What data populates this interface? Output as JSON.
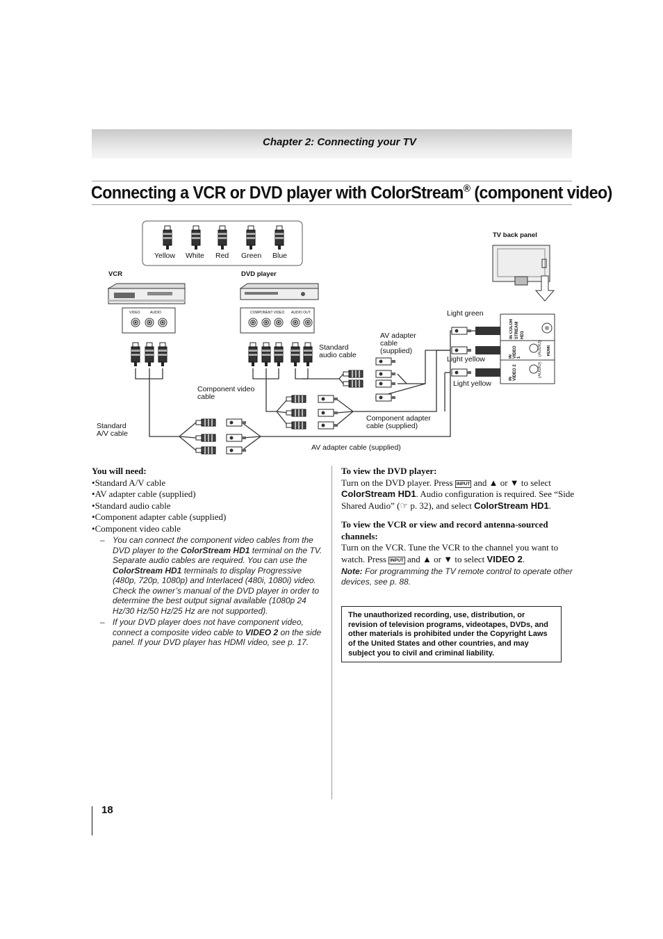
{
  "header": {
    "chapter_title": "Chapter 2: Connecting your TV"
  },
  "title": {
    "main": "Connecting a VCR or DVD player with ColorStream",
    "reg": "®",
    "tail": " (component video)"
  },
  "diagram": {
    "plug_colors": [
      "Yellow",
      "White",
      "Red",
      "Green",
      "Blue"
    ],
    "vcr_label": "VCR",
    "dvd_label": "DVD player",
    "tv_label": "TV back panel",
    "vcr_jack_video": "VIDEO",
    "vcr_jack_audio": "AUDIO",
    "dvd_jack_component": "COMPONENT VIDEO",
    "dvd_jack_audio": "AUDIO OUT",
    "labels": {
      "light_green": "Light green",
      "av_adapter_supplied_a": "AV adapter",
      "av_adapter_supplied_b": "cable",
      "av_adapter_supplied_c": "(supplied)",
      "standard_audio_a": "Standard",
      "standard_audio_b": "audio cable",
      "light_yellow_1": "Light yellow",
      "light_yellow_2": "Light yellow",
      "component_video_a": "Component video",
      "component_video_b": "cable",
      "standard_av_a": "Standard",
      "standard_av_b": "A/V cable",
      "component_adapter_a": "Component adapter",
      "component_adapter_b": "cable (supplied)",
      "av_adapter_bottom": "AV adapter cable (supplied)"
    },
    "tv_ports": {
      "in_colorstream": "IN COLOR STREAM HD1",
      "in_video1": "IN VIDEO 1",
      "in_video2": "IN VIDEO 2",
      "audio": "(AUDIO)",
      "hdmi": "HDMI"
    }
  },
  "left": {
    "heading": "You will need:",
    "items": [
      "Standard A/V cable",
      "AV adapter cable (supplied)",
      "Standard audio cable",
      "Component adapter cable (supplied)",
      "Component video cable"
    ],
    "note1_a": "You can connect the component video cables from the DVD player to the ",
    "note1_b": "ColorStream HD1",
    "note1_c": " terminal on the TV. Separate audio cables are required. You can use the ",
    "note1_d": "ColorStream HD1",
    "note1_e": " terminals to display Progressive (480p, 720p, 1080p) and Interlaced (480i, 1080i) video. Check the owner’s manual of the DVD player in order to determine the best output signal available (1080p 24 Hz/30 Hz/50 Hz/25 Hz are not supported).",
    "note2_a": "If your DVD player does not have component video, connect a composite video cable to ",
    "note2_b": "VIDEO 2",
    "note2_c": " on the side panel. If your DVD player has HDMI video, see p. 17.",
    "dash": "–"
  },
  "right": {
    "dvd_heading": "To view the DVD player:",
    "dvd_1": "Turn on the DVD player. Press ",
    "input_btn": "INPUT",
    "dvd_2": " and ▲ or ▼ to select ",
    "dvd_3": "ColorStream HD1",
    "dvd_4": ". Audio configuration is required. See “Side Shared Audio” (☞ p. 32), and select ",
    "dvd_5": "ColorStream HD1",
    "dvd_6": ".",
    "vcr_heading": "To view the VCR or view and record antenna-sourced channels:",
    "vcr_1": "Turn on the VCR. Tune the VCR to the channel you want to watch. Press ",
    "vcr_2": " and ▲ or ▼ to select ",
    "vcr_3": "VIDEO 2",
    "vcr_4": ".",
    "note_label": "Note:",
    "note_text": " For programming the TV remote control to operate other devices, see p. 88.",
    "warning": "The unauthorized recording, use, distribution, or revision of television programs, videotapes, DVDs, and other materials is prohibited under the Copyright Laws of the United States and other countries, and may subject you to civil and criminal liability."
  },
  "page_number": "18"
}
